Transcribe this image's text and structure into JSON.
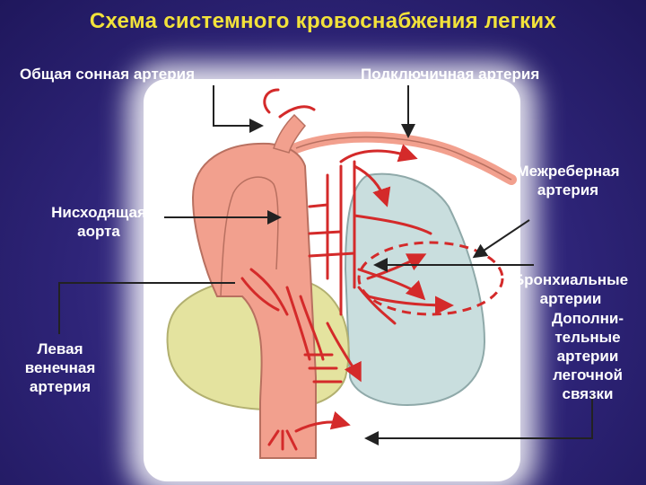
{
  "title": "Схема системного кровоснабжения легких",
  "labels": {
    "common_carotid": "Общая сонная артерия",
    "subclavian": "Подключичная артерия",
    "intercostal_1": "Межреберная",
    "intercostal_2": "артерия",
    "descending_aorta_1": "Нисходящая",
    "descending_aorta_2": "аорта",
    "bronchial_1": "Бронхиальные",
    "bronchial_2": "артерии",
    "left_coronary_1": "Левая",
    "left_coronary_2": "венечная",
    "left_coronary_3": "артерия",
    "ligament_1": "Дополни-",
    "ligament_2": "тельные",
    "ligament_3": "артерии",
    "ligament_4": "легочной",
    "ligament_5": "связки"
  },
  "colors": {
    "title": "#f2e23a",
    "label": "#ffffff",
    "artery": "#d42a2a",
    "aorta": "#f2a08e",
    "lung": "#c9dede",
    "heart": "#e4e39f",
    "background": "#2e2478"
  }
}
